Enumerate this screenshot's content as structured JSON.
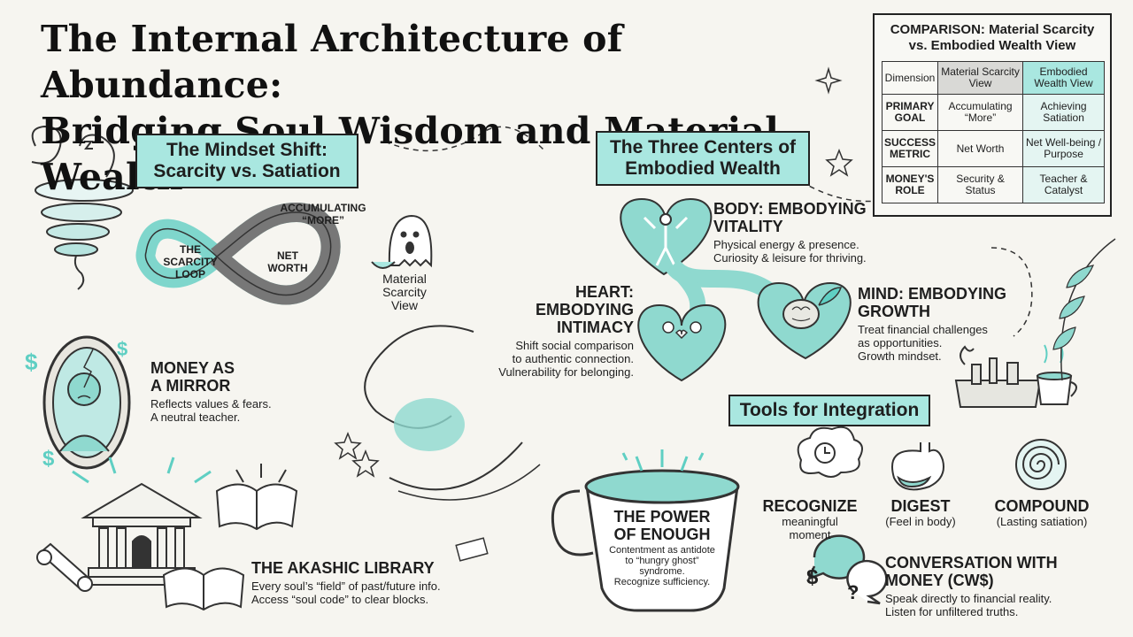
{
  "title": {
    "line1": "The Internal Architecture of Abundance:",
    "line2": "Bridging Soul Wisdom and Material Wealth"
  },
  "mindset": {
    "heading_line1": "The Mindset Shift:",
    "heading_line2": "Scarcity vs. Satiation",
    "loop_label_1": "THE",
    "loop_label_2": "SCARCITY",
    "loop_label_3": "LOOP",
    "networth_1": "NET",
    "networth_2": "WORTH",
    "accum_1": "ACCUMULATING",
    "accum_2": "“MORE”",
    "ghost_1": "Material",
    "ghost_2": "Scarcity",
    "ghost_3": "View"
  },
  "mirror": {
    "heading_1": "MONEY AS",
    "heading_2": "A MIRROR",
    "text_1": "Reflects values & fears.",
    "text_2": "A neutral teacher."
  },
  "akashic": {
    "heading": "THE AKASHIC LIBRARY",
    "text_1": "Every soul’s “field” of past/future info.",
    "text_2": "Access “soul code” to clear blocks."
  },
  "centers": {
    "heading_line1": "The Three Centers of",
    "heading_line2": "Embodied Wealth",
    "body_1": "BODY: EMBODYING",
    "body_2": "VITALITY",
    "body_text_1": "Physical energy & presence.",
    "body_text_2": "Curiosity & leisure for thriving.",
    "heart_1": "HEART:",
    "heart_2": "EMBODYING",
    "heart_3": "INTIMACY",
    "heart_text_1": "Shift social comparison",
    "heart_text_2": "to authentic connection.",
    "heart_text_3": "Vulnerability for belonging.",
    "mind_1": "MIND: EMBODYING",
    "mind_2": "GROWTH",
    "mind_text_1": "Treat financial challenges",
    "mind_text_2": "as opportunities.",
    "mind_text_3": "Growth mindset."
  },
  "enough": {
    "heading_1": "THE POWER",
    "heading_2": "OF ENOUGH",
    "text_1": "Contentment as antidote",
    "text_2": "to “hungry ghost”",
    "text_3": "syndrome.",
    "text_4": "Recognize sufficiency."
  },
  "tools": {
    "heading": "Tools for Integration",
    "recognize": "RECOGNIZE",
    "recognize_1": "meaningful",
    "recognize_2": "moment",
    "digest": "DIGEST",
    "digest_1": "(Feel in body)",
    "compound": "COMPOUND",
    "compound_1": "(Lasting satiation)",
    "cws_1": "CONVERSATION WITH",
    "cws_2": "MONEY (CW$)",
    "cws_text_1": "Speak directly to financial reality.",
    "cws_text_2": "Listen for unfiltered truths."
  },
  "comparison": {
    "title_1": "COMPARISON: Material Scarcity",
    "title_2": "vs. Embodied Wealth View",
    "col_dimension": "Dimension",
    "col_material": "Material Scarcity View",
    "col_embodied": "Embodied Wealth View",
    "rows": [
      {
        "dimension": "PRIMARY GOAL",
        "material": "Accumulating “More”",
        "embodied": "Achieving Satiation"
      },
      {
        "dimension": "SUCCESS METRIC",
        "material": "Net Worth",
        "embodied": "Net Well-being / Purpose"
      },
      {
        "dimension": "MONEY'S ROLE",
        "material": "Security & Status",
        "embodied": "Teacher & Catalyst"
      }
    ]
  },
  "colors": {
    "accent": "#a9e7e0",
    "accent_dark": "#5fcfc3",
    "ink": "#1e1e1e",
    "background": "#f6f5f0"
  }
}
